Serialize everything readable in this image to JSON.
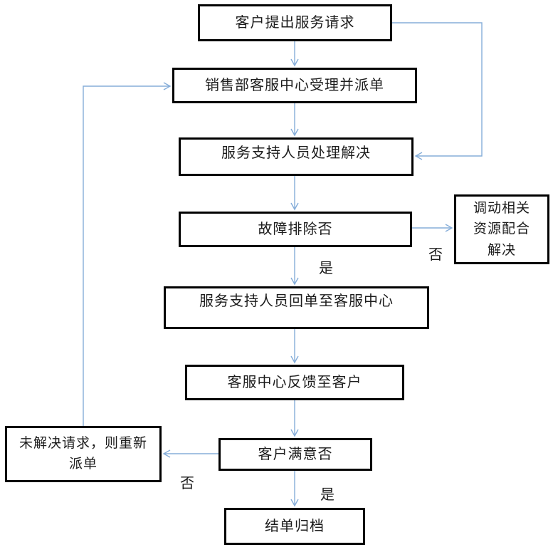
{
  "diagram": {
    "title": "customer-service-workflow-flowchart",
    "background_color": "#ffffff",
    "box_border_color": "#000000",
    "arrow_color": "#85ADD9",
    "nodes": {
      "request": {
        "label": "客户提出服务请求"
      },
      "dispatch": {
        "label": "销售部客服中心受理并派单"
      },
      "handle": {
        "label": "服务支持人员处理解决"
      },
      "fault": {
        "label": "故障排除否"
      },
      "resources": {
        "label": "调动相关\n资源配合\n解决"
      },
      "return": {
        "label": "服务支持人员回单至客服中心"
      },
      "feedback": {
        "label": "客服中心反馈至客户"
      },
      "satisfied": {
        "label": "客户满意否"
      },
      "redispatch": {
        "label": "未解决请求，则重新\n派单"
      },
      "archive": {
        "label": "结单归档"
      }
    },
    "edge_labels": {
      "fault_yes": "是",
      "fault_no": "否",
      "satisfied_yes": "是",
      "satisfied_no": "否"
    }
  }
}
